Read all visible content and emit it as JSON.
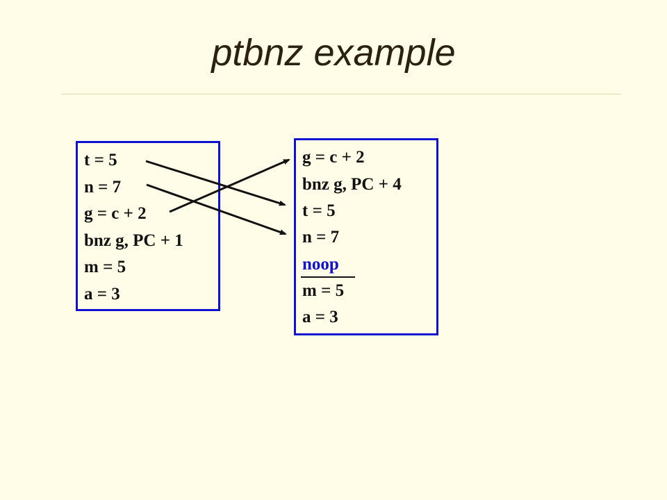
{
  "slide": {
    "title": "ptbnz example"
  },
  "original_code": {
    "lines": [
      "t = 5",
      "n = 7",
      "g = c + 2",
      "bnz g, PC + 1",
      "m = 5",
      "a = 3"
    ]
  },
  "transformed_code": {
    "lines": [
      "g = c + 2",
      "bnz g, PC + 4",
      "t = 5",
      "n = 7",
      "noop",
      "m = 5",
      "a = 3"
    ],
    "highlight_color": "#1010d0"
  },
  "colors": {
    "background": "#fffde7",
    "box_border": "#1010d0",
    "text": "#111111"
  }
}
